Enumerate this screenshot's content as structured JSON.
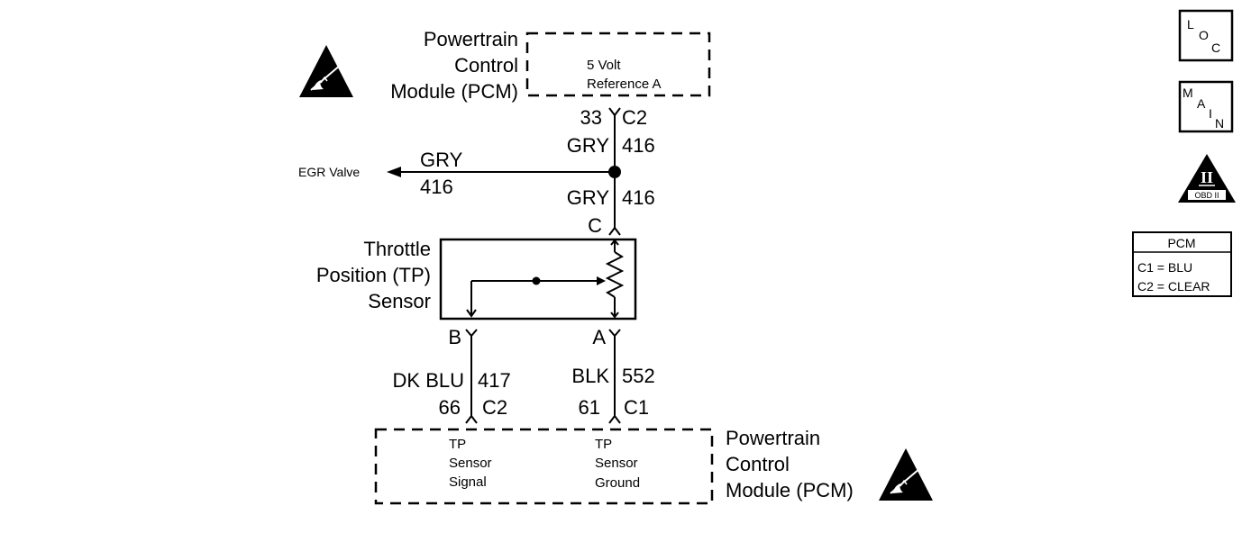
{
  "top_pcm": {
    "label_lines": [
      "Powertrain",
      "Control",
      "Module (PCM)"
    ],
    "circuit_lines": [
      "5 Volt",
      "Reference A"
    ]
  },
  "top_connector": {
    "pin": "33",
    "connector": "C2",
    "wire_color": "GRY",
    "circuit": "416"
  },
  "egr_branch": {
    "destination": "EGR Valve",
    "wire_color": "GRY",
    "circuit": "416"
  },
  "tp_feed": {
    "wire_color": "GRY",
    "circuit": "416",
    "terminal": "C"
  },
  "tp_sensor": {
    "label_lines": [
      "Throttle",
      "Position (TP)",
      "Sensor"
    ],
    "terminal_b": "B",
    "terminal_a": "A"
  },
  "signal_wire": {
    "wire_color": "DK BLU",
    "circuit": "417",
    "pin": "66",
    "connector": "C2"
  },
  "ground_wire": {
    "wire_color": "BLK",
    "circuit": "552",
    "pin": "61",
    "connector": "C1"
  },
  "bottom_pcm": {
    "label_lines": [
      "Powertrain",
      "Control",
      "Module (PCM)"
    ],
    "signal_lines": [
      "TP",
      "Sensor",
      "Signal"
    ],
    "ground_lines": [
      "TP",
      "Sensor",
      "Ground"
    ]
  },
  "legend": {
    "loc": [
      "L",
      "O",
      "C"
    ],
    "main": [
      "M",
      "A",
      "I",
      "N"
    ],
    "obd": {
      "symbol": "II",
      "text": "OBD II"
    },
    "pcm_table": {
      "header": "PCM",
      "rows": [
        "C1 = BLU",
        "C2 = CLEAR"
      ]
    }
  },
  "colors": {
    "ink": "#000000",
    "background": "#ffffff"
  },
  "icons": [
    "esd-warning-icon",
    "loc-icon",
    "main-icon",
    "obd-ii-icon"
  ]
}
